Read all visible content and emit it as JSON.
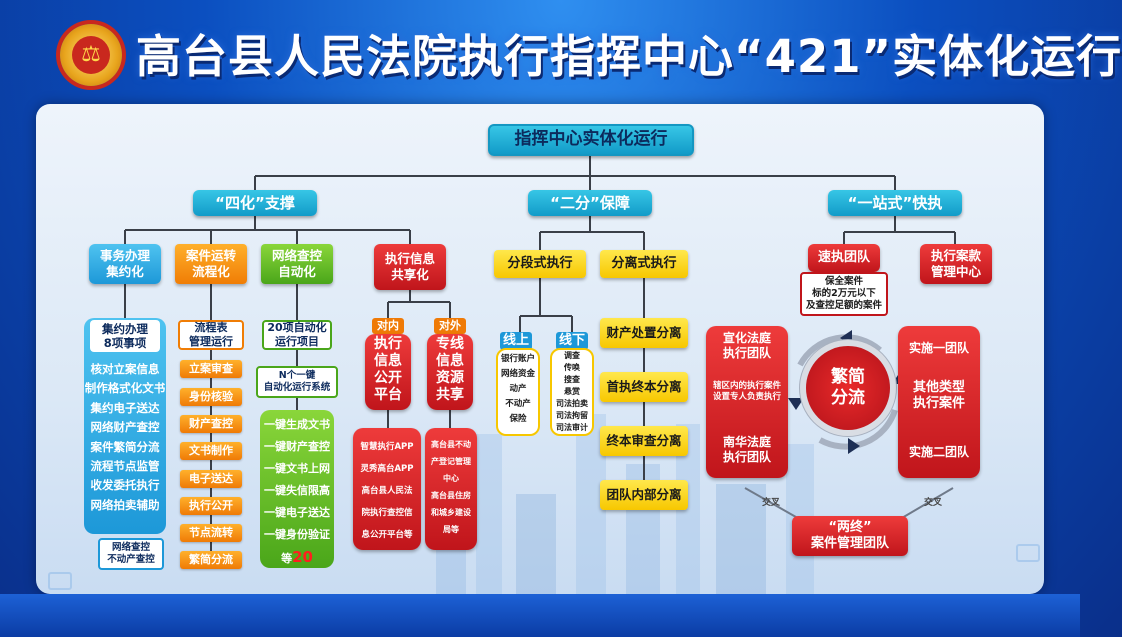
{
  "title": "高台县人民法院执行指挥中心“421”实体化运行",
  "emblem_icon": "court-emblem-icon",
  "root": "指挥中心实体化运行",
  "branches": {
    "sihua": "“四化”支撑",
    "erfen": "“二分”保障",
    "yizhanshi": "“一站式”快执"
  },
  "sihua": {
    "cols": [
      {
        "title": "事务办理\n集约化",
        "sub": "集约办理\n8项事项",
        "items": [
          "核对立案信息",
          "制作格式化文书",
          "集约电子送达",
          "网络财产查控",
          "案件繁简分流",
          "流程节点监管",
          "收发委托执行",
          "网络拍卖辅助"
        ],
        "extra": "网络查控\n不动产查控"
      },
      {
        "title": "案件运转\n流程化",
        "sub": "流程表\n管理运行",
        "items": [
          "立案审查",
          "身份核验",
          "财产查控",
          "文书制作",
          "电子送达",
          "执行公开",
          "节点流转",
          "繁简分流"
        ]
      },
      {
        "title": "网络查控\n自动化",
        "sub": "20项自动化\n运行项目",
        "sub2": "N个一键\n自动化运行系统",
        "items": [
          "一键生成文书",
          "一键财产查控",
          "一键文书上网",
          "一键失信限高",
          "一键电子送达",
          "一键身份验证"
        ],
        "tail_prefix": "等",
        "tail_num": "20"
      },
      {
        "title": "执行信息\n共享化",
        "left": {
          "tag": "对内",
          "title": "执行\n信息\n公开\n平台",
          "detail": "智慧执行APP\n灵秀高台APP\n高台县人民法\n院执行查控信\n息公开平台等"
        },
        "right": {
          "tag": "对外",
          "title": "专线\n信息\n资源\n共享",
          "detail": "高台县不动\n产登记管理\n中心\n高台县住房\n和城乡建设\n局等"
        }
      }
    ]
  },
  "erfen": {
    "a": {
      "title": "分段式执行",
      "online": {
        "tag": "线上",
        "items": "银行账户\n网络资金\n动产\n不动产\n保险"
      },
      "offline": {
        "tag": "线下",
        "items": "调查\n传唤\n搜查\n悬赏\n司法拍卖\n司法拘留\n司法审计"
      }
    },
    "b": {
      "title": "分离式执行",
      "items": [
        "财产处置分离",
        "首执终本分离",
        "终本审查分离",
        "团队内部分离"
      ]
    }
  },
  "yizhanshi": {
    "sujie": {
      "title": "速执团队",
      "note": "保全案件\n标的2万元以下\n及查控足额的案件"
    },
    "guanli": "执行案款\n管理中心",
    "center": "繁简\n分流",
    "left_top": "宣化法庭\n执行团队",
    "left_note": "辖区内的执行案件\n设置专人负责执行",
    "left_bottom": "南华法庭\n执行团队",
    "right_top": "实施一团队",
    "right_mid": "其他类型\n执行案件",
    "right_bottom": "实施二团队",
    "jiaocha": "交叉",
    "bottom": "“两终”\n案件管理团队"
  }
}
